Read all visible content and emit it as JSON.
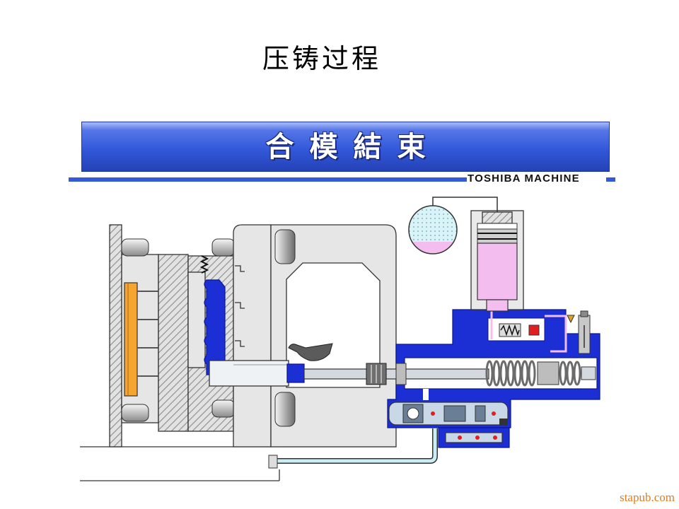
{
  "slide": {
    "title": "压铸过程"
  },
  "banner": {
    "title": "合模結束",
    "brand": "TOSHIBA MACHINE"
  },
  "watermark": {
    "text": "stapub.com"
  },
  "colors": {
    "banner": "#3358da",
    "hyd": "#1b2fd4",
    "orange": "#f5a531",
    "pink": "#f3bdf0",
    "pipe": "#c9eef6",
    "wm": "#e07b22"
  }
}
